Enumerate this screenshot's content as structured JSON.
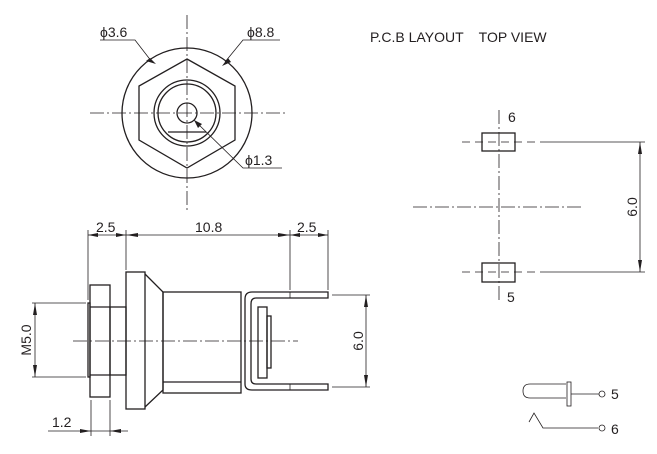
{
  "title": "P.C.B LAYOUT    TOP VIEW",
  "front_view": {
    "dia_hex": "ϕ3.6",
    "dia_outer": "ϕ8.8",
    "dia_pin": "ϕ1.3"
  },
  "side_view": {
    "dim_left": "2.5",
    "dim_body": "10.8",
    "dim_right": "2.5",
    "thread": "M5.0",
    "pin_spacing": "6.0",
    "nut_thickness": "1.2"
  },
  "pcb_layout": {
    "pad_top_label": "6",
    "pad_bottom_label": "5",
    "spacing": "6.0"
  },
  "schematic": {
    "pin_a": "5",
    "pin_b": "6"
  }
}
